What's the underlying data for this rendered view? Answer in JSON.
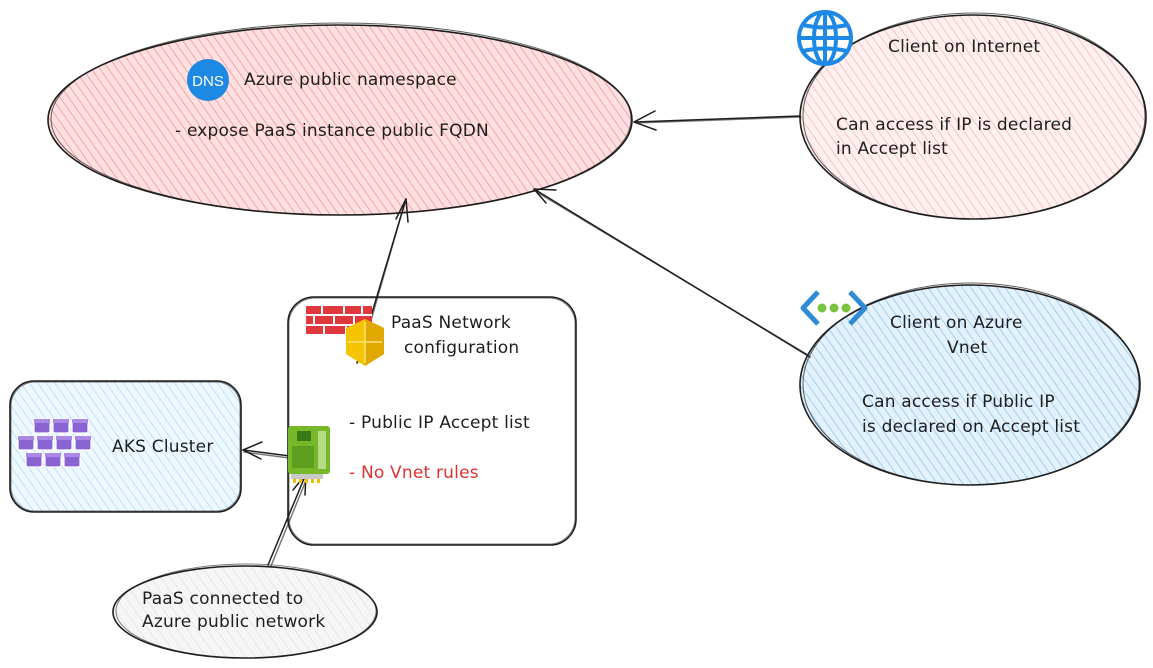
{
  "nodes": {
    "namespace": {
      "title": "Azure public namespace",
      "detail": "- expose PaaS instance public FQDN",
      "icon": "dns-icon",
      "icon_text": "DNS"
    },
    "internet_client": {
      "title": "Client on Internet",
      "detail_line1": "Can access if IP is declared",
      "detail_line2": "in Accept list",
      "icon": "globe-icon"
    },
    "azure_client": {
      "title_line1": "Client on Azure",
      "title_line2": "Vnet",
      "detail_line1": "Can access if Public IP",
      "detail_line2": "is declared on Accept list",
      "icon": "vnet-icon"
    },
    "paas_network": {
      "title_line1": "PaaS Network",
      "title_line2": "configuration",
      "rule1": "- Public IP Accept list",
      "rule2": "- No Vnet rules",
      "icons": [
        "firewall-icon",
        "shield-icon",
        "network-card-icon"
      ]
    },
    "aks": {
      "label": "AKS Cluster",
      "icon": "kubernetes-cluster-icon"
    },
    "paas_note": {
      "line1": "PaaS connected to",
      "line2": "Azure public network"
    }
  },
  "colors": {
    "namespace_fill": "#ffc9c9",
    "namespace_hatch": "#e8868b",
    "internet_fill": "#ffe3e3",
    "internet_hatch": "#f0a0a0",
    "azure_fill": "#d0ebff",
    "azure_hatch": "#74b8e8",
    "aks_fill": "#e7f5ff",
    "aks_hatch": "#8cc8ee",
    "stroke": "#1e1e1e",
    "red_text": "#e03131",
    "azure_blue": "#0078d4",
    "dns_blue": "#1e88e5",
    "k8s_purple": "#8a63d2",
    "firewall_red": "#e0373f",
    "shield_yellow": "#f5c400",
    "nic_green": "#76b82a"
  }
}
